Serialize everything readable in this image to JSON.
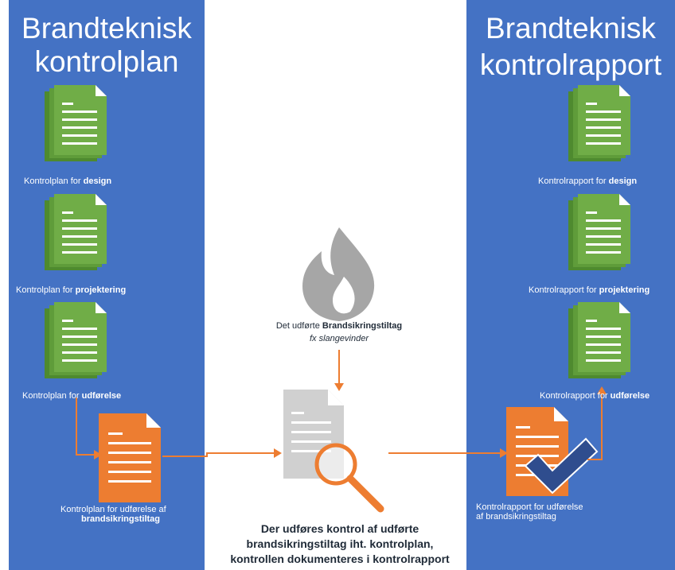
{
  "left_panel": {
    "title_line1": "Brandteknisk",
    "title_line2": "kontrolplan",
    "docs": [
      {
        "prefix": "Kontrolplan for ",
        "bold": "design"
      },
      {
        "prefix": "Kontrolplan for ",
        "bold": "projektering"
      },
      {
        "prefix": "Kontrolplan for ",
        "bold": "udførelse"
      }
    ],
    "orange_doc": {
      "line1": "Kontrolplan for udførelse af",
      "line2": "brandsikringstiltag"
    }
  },
  "right_panel": {
    "title_line1": "Brandteknisk",
    "title_line2": "kontrolrapport",
    "docs": [
      {
        "prefix": "Kontrolrapport for ",
        "bold": "design"
      },
      {
        "prefix": "Kontrolrapport for ",
        "bold": "projektering"
      },
      {
        "prefix": "Kontrolrapport for ",
        "bold": "udførelse"
      }
    ],
    "orange_doc": {
      "line1": "Kontrolrapport for udførelse",
      "line2": "af brandsikringstiltag"
    }
  },
  "center": {
    "fire_label_prefix": "Det udførte ",
    "fire_label_bold": "Brandsikringstiltag",
    "fire_sublabel": "fx slangevinder",
    "caption_line1": "Der udføres kontrol af udførte",
    "caption_line2": "brandsikringstiltag iht. kontrolplan,",
    "caption_line3": "kontrollen dokumenteres i kontrolrapport"
  },
  "colors": {
    "panel_blue": "#4472c4",
    "doc_green": "#70ad47",
    "doc_orange": "#ed7d31",
    "arrow_orange": "#ed7d31",
    "fire_gray": "#a6a6a6",
    "check_blue": "#2f4d8e"
  },
  "icons": [
    "document-icon",
    "fire-icon",
    "magnifier-icon",
    "checkmark-icon"
  ]
}
